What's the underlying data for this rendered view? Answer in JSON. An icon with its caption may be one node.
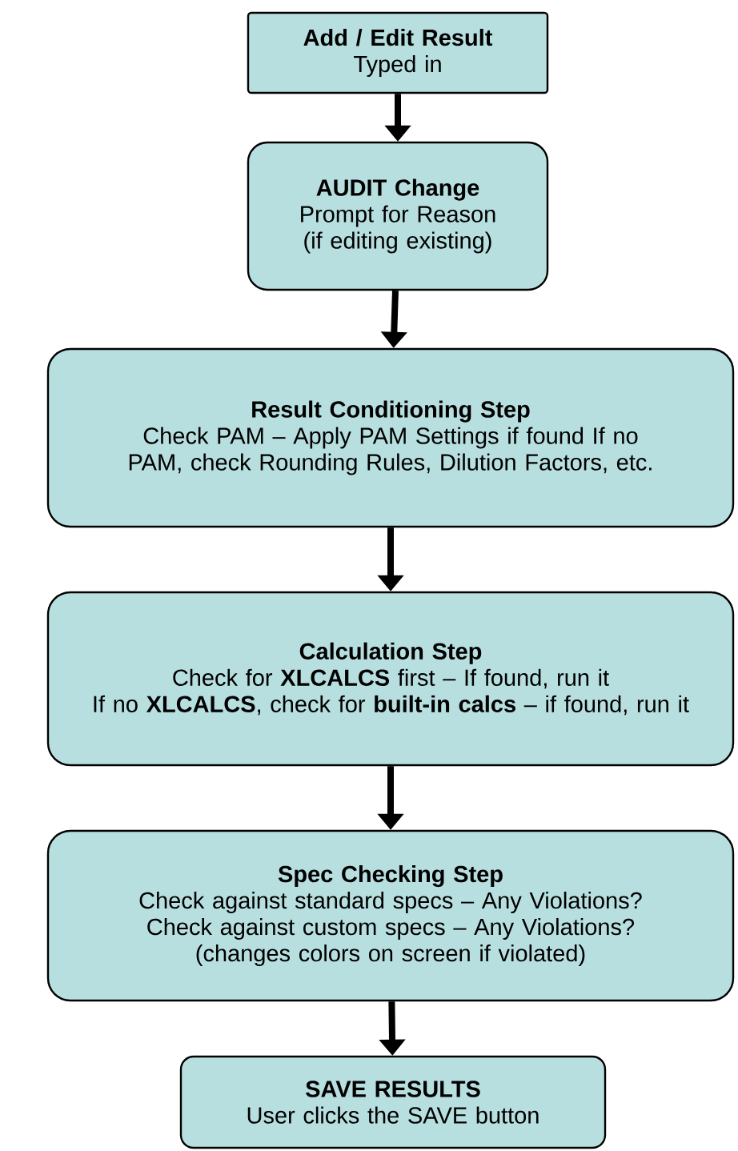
{
  "diagram": {
    "nodes": [
      {
        "text": [
          "Add / Edit Result",
          "Typed in"
        ]
      },
      {
        "text": [
          "AUDIT Change",
          "Prompt for Reason (if editing existing)"
        ]
      },
      {
        "text": [
          "Result Conditioning Step",
          "Check PAM – Apply PAM Settings if found If no PAM, check Rounding Rules, Dilution Factors, etc."
        ]
      },
      {
        "text": [
          "Calculation Step",
          "Check for **XLCALCS** first – If found, run it",
          "If no **XLCALCS**, check for **built-in calcs** – if found, run it"
        ]
      },
      {
        "text": [
          "Spec Checking Step",
          "Check against standard specs – Any Violations?",
          "Check against custom specs – Any Violations?",
          "(changes colors on screen if violated)"
        ]
      },
      {
        "text": [
          "SAVE RESULTS",
          "User clicks the SAVE button"
        ]
      }
    ],
    "edges": [
      {
        "from": 0,
        "to": 1,
        "arrow": "to"
      },
      {
        "from": 1,
        "to": 2,
        "arrow": "to"
      },
      {
        "from": 2,
        "to": 3,
        "arrow": "to"
      },
      {
        "from": 3,
        "to": 4,
        "arrow": "to"
      },
      {
        "from": 4,
        "to": 5,
        "arrow": "to"
      }
    ]
  }
}
